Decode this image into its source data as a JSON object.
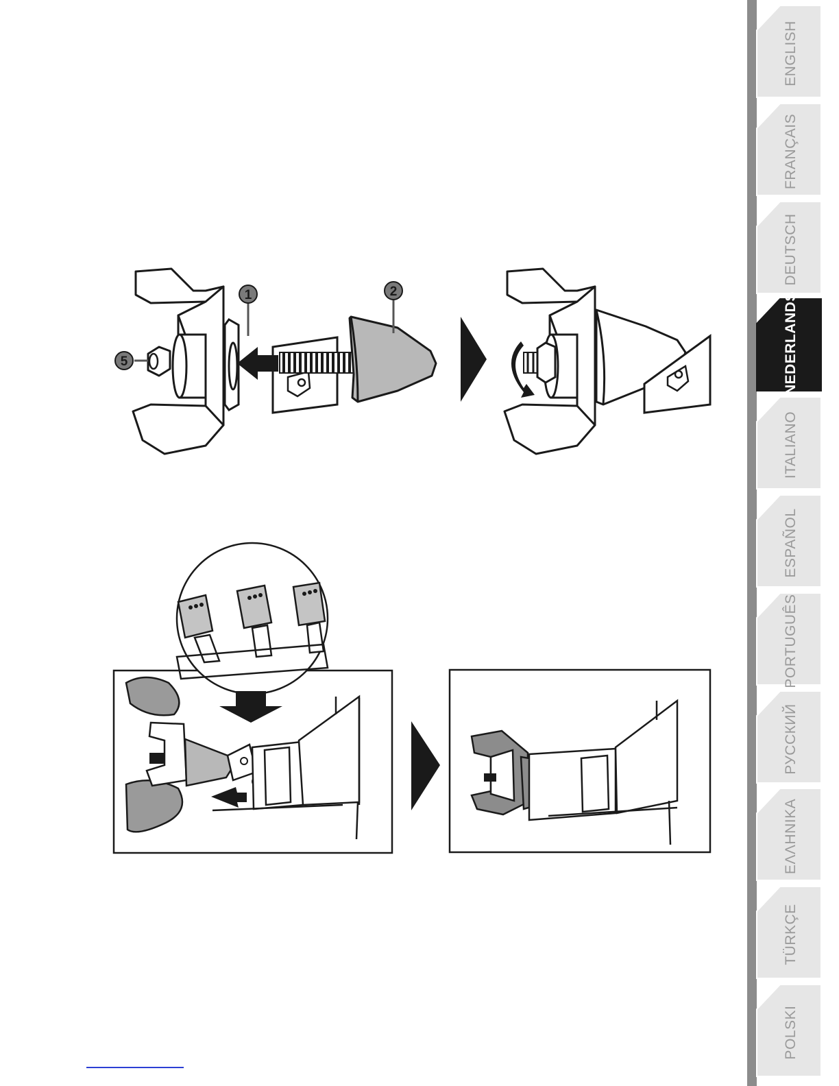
{
  "callouts": {
    "part1": "1",
    "part2": "2",
    "part5": "5"
  },
  "language_tabs": [
    {
      "label": "ENGLISH",
      "active": false
    },
    {
      "label": "FRANÇAIS",
      "active": false
    },
    {
      "label": "DEUTSCH",
      "active": false
    },
    {
      "label": "NEDERLANDS",
      "active": true
    },
    {
      "label": "ITALIANO",
      "active": false
    },
    {
      "label": "ESPAÑOL",
      "active": false
    },
    {
      "label": "PORTUGUÊS",
      "active": false
    },
    {
      "label": "РУССКИЙ",
      "active": false
    },
    {
      "label": "ΕΛΛΗΝΙΚΑ",
      "active": false
    },
    {
      "label": "TÜRKÇE",
      "active": false
    },
    {
      "label": "POLSKI",
      "active": false
    }
  ],
  "colors": {
    "tab_inactive_bg": "#e6e6e6",
    "tab_inactive_text": "#9a9a9a",
    "tab_active_bg": "#1a1a1a",
    "tab_active_text": "#ffffff",
    "tab_shadow": "#8c8c8c",
    "part_fill": "#b8b8b8",
    "line": "#1a1a1a"
  }
}
